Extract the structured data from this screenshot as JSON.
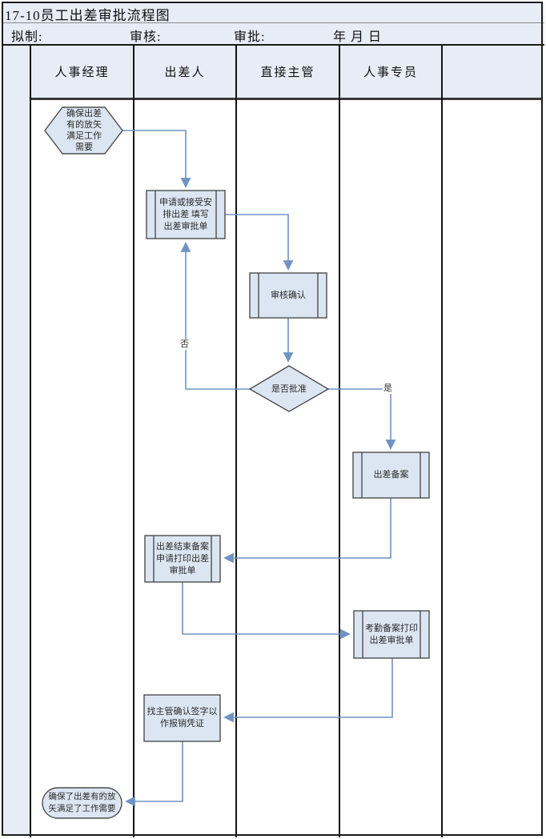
{
  "header": {
    "title": "17-10员工出差审批流程图",
    "draft_label": "拟制:",
    "review_label": "审核:",
    "approve_label": "审批:",
    "date_label": "年 月 日"
  },
  "lanes": [
    {
      "label": "人事经理"
    },
    {
      "label": "出差人"
    },
    {
      "label": "直接主管"
    },
    {
      "label": "人事专员"
    },
    {
      "label": ""
    }
  ],
  "nodes": {
    "start": {
      "shape": "hexagon",
      "lane": "人事经理",
      "lines": [
        "确保出差",
        "有的放矢",
        "满足工作",
        "需要"
      ]
    },
    "apply": {
      "shape": "predefined-process",
      "lane": "出差人",
      "lines": [
        "申请或接受安",
        "排出差 填写",
        "出差审批单"
      ]
    },
    "review": {
      "shape": "predefined-process",
      "lane": "直接主管",
      "lines": [
        "审核确认"
      ]
    },
    "decision": {
      "shape": "diamond",
      "lane": "直接主管",
      "lines": [
        "是否批准"
      ]
    },
    "trip_filing": {
      "shape": "predefined-process",
      "lane": "人事专员",
      "lines": [
        "出差备案"
      ]
    },
    "end_filing": {
      "shape": "predefined-process",
      "lane": "出差人",
      "lines": [
        "出差结束备案",
        "申请打印出差",
        "审批单"
      ]
    },
    "attendance": {
      "shape": "predefined-process",
      "lane": "人事专员",
      "lines": [
        "考勤备案打印",
        "出差审批单"
      ]
    },
    "sign": {
      "shape": "process",
      "lane": "出差人",
      "lines": [
        "找主管确认签字以",
        "作报销凭证"
      ]
    },
    "end": {
      "shape": "terminator",
      "lane": "人事经理",
      "lines": [
        "确保了出差有的放",
        "矢满足了工作需要"
      ]
    }
  },
  "edge_labels": {
    "no": "否",
    "yes": "是"
  },
  "colors": {
    "flow_line": "#6f93c3",
    "node_fill": "#dce6f2",
    "node_border": "#4d4d4d",
    "band_bg": "#e7ecf6",
    "lane_border": "#141414"
  }
}
